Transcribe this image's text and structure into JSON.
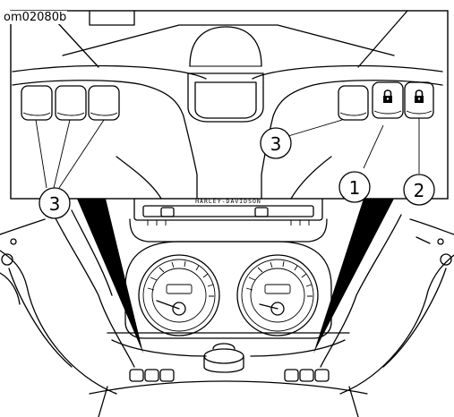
{
  "figure_id": "om02080b",
  "console_label": "HARLEY-DAVIDSON",
  "callouts": [
    {
      "number": "3",
      "target": "left fairing switches"
    },
    {
      "number": "3",
      "target": "right fairing switch"
    },
    {
      "number": "1",
      "target": "fairing lock switch"
    },
    {
      "number": "2",
      "target": "trunk lock switch"
    }
  ],
  "icons": {
    "lock": "padlock-icon"
  }
}
